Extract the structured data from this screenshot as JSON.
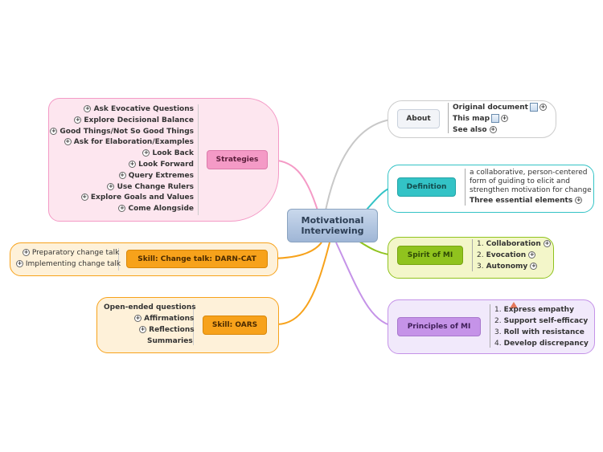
{
  "center": {
    "title": "Motivational Interviewing"
  },
  "about": {
    "label": "About",
    "items": [
      "Original document",
      "This map",
      "See also"
    ]
  },
  "definition": {
    "label": "Definition",
    "text": [
      "a collaborative, person-centered",
      "form of guiding to elicit  and",
      "strengthen motivation for change"
    ],
    "extra": "Three essential elements"
  },
  "spirit": {
    "label": "Spirit of MI",
    "items": [
      {
        "num": "1.",
        "text": "Collaboration"
      },
      {
        "num": "2.",
        "text": "Evocation"
      },
      {
        "num": "3.",
        "text": "Autonomy"
      }
    ]
  },
  "principles": {
    "label": "Principles of MI",
    "items": [
      {
        "num": "1.",
        "text": "Express empathy"
      },
      {
        "num": "2.",
        "text": "Support self-efficacy"
      },
      {
        "num": "3.",
        "text": "Roll with resistance"
      },
      {
        "num": "4.",
        "text": "Develop discrepancy"
      }
    ]
  },
  "strategies": {
    "label": "Strategies",
    "items": [
      "Ask Evocative Questions",
      "Explore Decisional  Balance",
      "Good  Things/Not So Good  Things",
      "Ask  for Elaboration/Examples",
      "Look Back",
      "Look  Forward",
      "Query  Extremes",
      "Use Change Rulers",
      "Explore Goals and Values",
      "Come Alongside"
    ]
  },
  "darncat": {
    "label": "Skill: Change talk: DARN-CAT",
    "items": [
      "Preparatory change talk",
      "Implementing change talk"
    ]
  },
  "oars": {
    "label": "Skill: OARS",
    "items": [
      "Open-ended questions",
      "Affirmations",
      "Reflections",
      "Summaries"
    ]
  },
  "colors": {
    "about": "#bbbbbb",
    "definition": "#33c3c6",
    "spirit": "#90c31e",
    "principles": "#c593e8",
    "strategies": "#f49ac6",
    "orange": "#f7a21b"
  }
}
